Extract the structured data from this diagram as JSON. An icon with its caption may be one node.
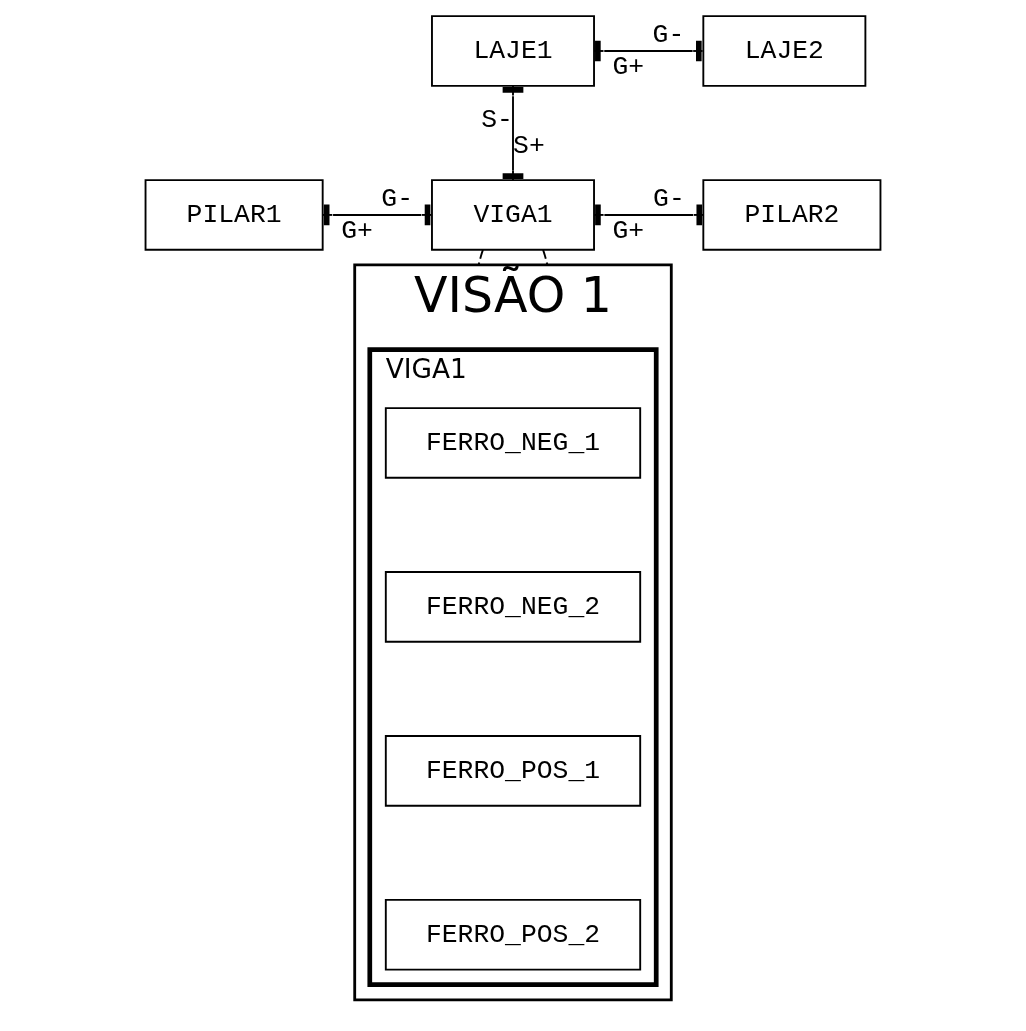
{
  "diagram": {
    "nodes": [
      {
        "text": [
          "LAJE1"
        ]
      },
      {
        "text": [
          "LAJE2"
        ]
      },
      {
        "text": [
          "PILAR1"
        ]
      },
      {
        "text": [
          "VIGA1"
        ]
      },
      {
        "text": [
          "PILAR2"
        ]
      },
      {
        "text": [
          "VISÃO 1"
        ]
      },
      {
        "text": [
          "VIGA1"
        ],
        "in": 5
      },
      {
        "text": [
          "FERRO_NEG_1"
        ],
        "in": 6
      },
      {
        "text": [
          "FERRO_NEG_2"
        ],
        "in": 6
      },
      {
        "text": [
          "FERRO_POS_1"
        ],
        "in": 6
      },
      {
        "text": [
          "FERRO_POS_2"
        ],
        "in": 6
      }
    ],
    "edges": [
      {
        "from": 0,
        "to": 1,
        "arrow": "other"
      },
      {
        "from": 0,
        "to": 3,
        "arrow": "other"
      },
      {
        "from": 2,
        "to": 3,
        "arrow": "other"
      },
      {
        "from": 3,
        "to": 4,
        "arrow": "other"
      },
      {
        "from": 3,
        "to": 5,
        "arrow": "none",
        "style": "dashed"
      },
      {
        "from": 3,
        "to": 5,
        "arrow": "none",
        "style": "dashed"
      }
    ],
    "labels": [
      "G+",
      "G-",
      "S-",
      "S+",
      "G+",
      "G-",
      "G+",
      "G-"
    ]
  }
}
